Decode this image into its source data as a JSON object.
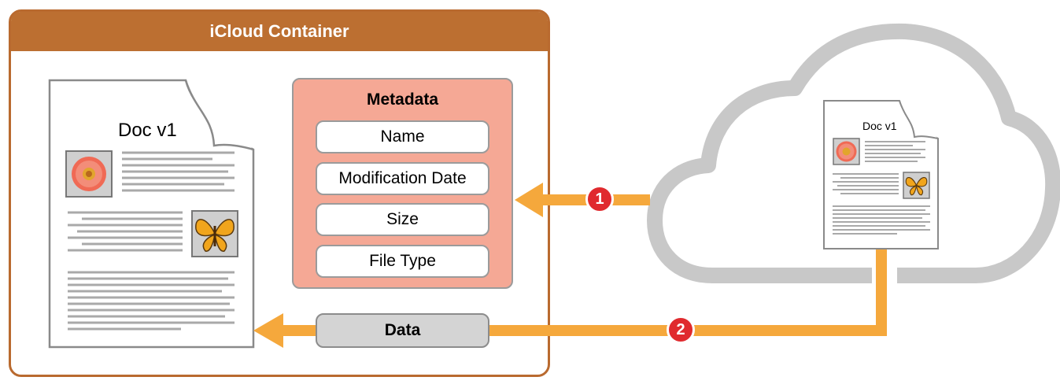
{
  "container": {
    "title": "iCloud Container"
  },
  "document": {
    "title": "Doc v1"
  },
  "cloud_document": {
    "title": "Doc v1"
  },
  "metadata": {
    "title": "Metadata",
    "fields": [
      "Name",
      "Modification Date",
      "Size",
      "File Type"
    ]
  },
  "data_label": "Data",
  "steps": {
    "step1": "1",
    "step2": "2"
  },
  "colors": {
    "container_brown": "#bc6f31",
    "metadata_salmon": "#f5a895",
    "arrow_orange": "#f5a83c",
    "cloud_gray": "#c8c8c8",
    "badge_red": "#e02a2e"
  }
}
